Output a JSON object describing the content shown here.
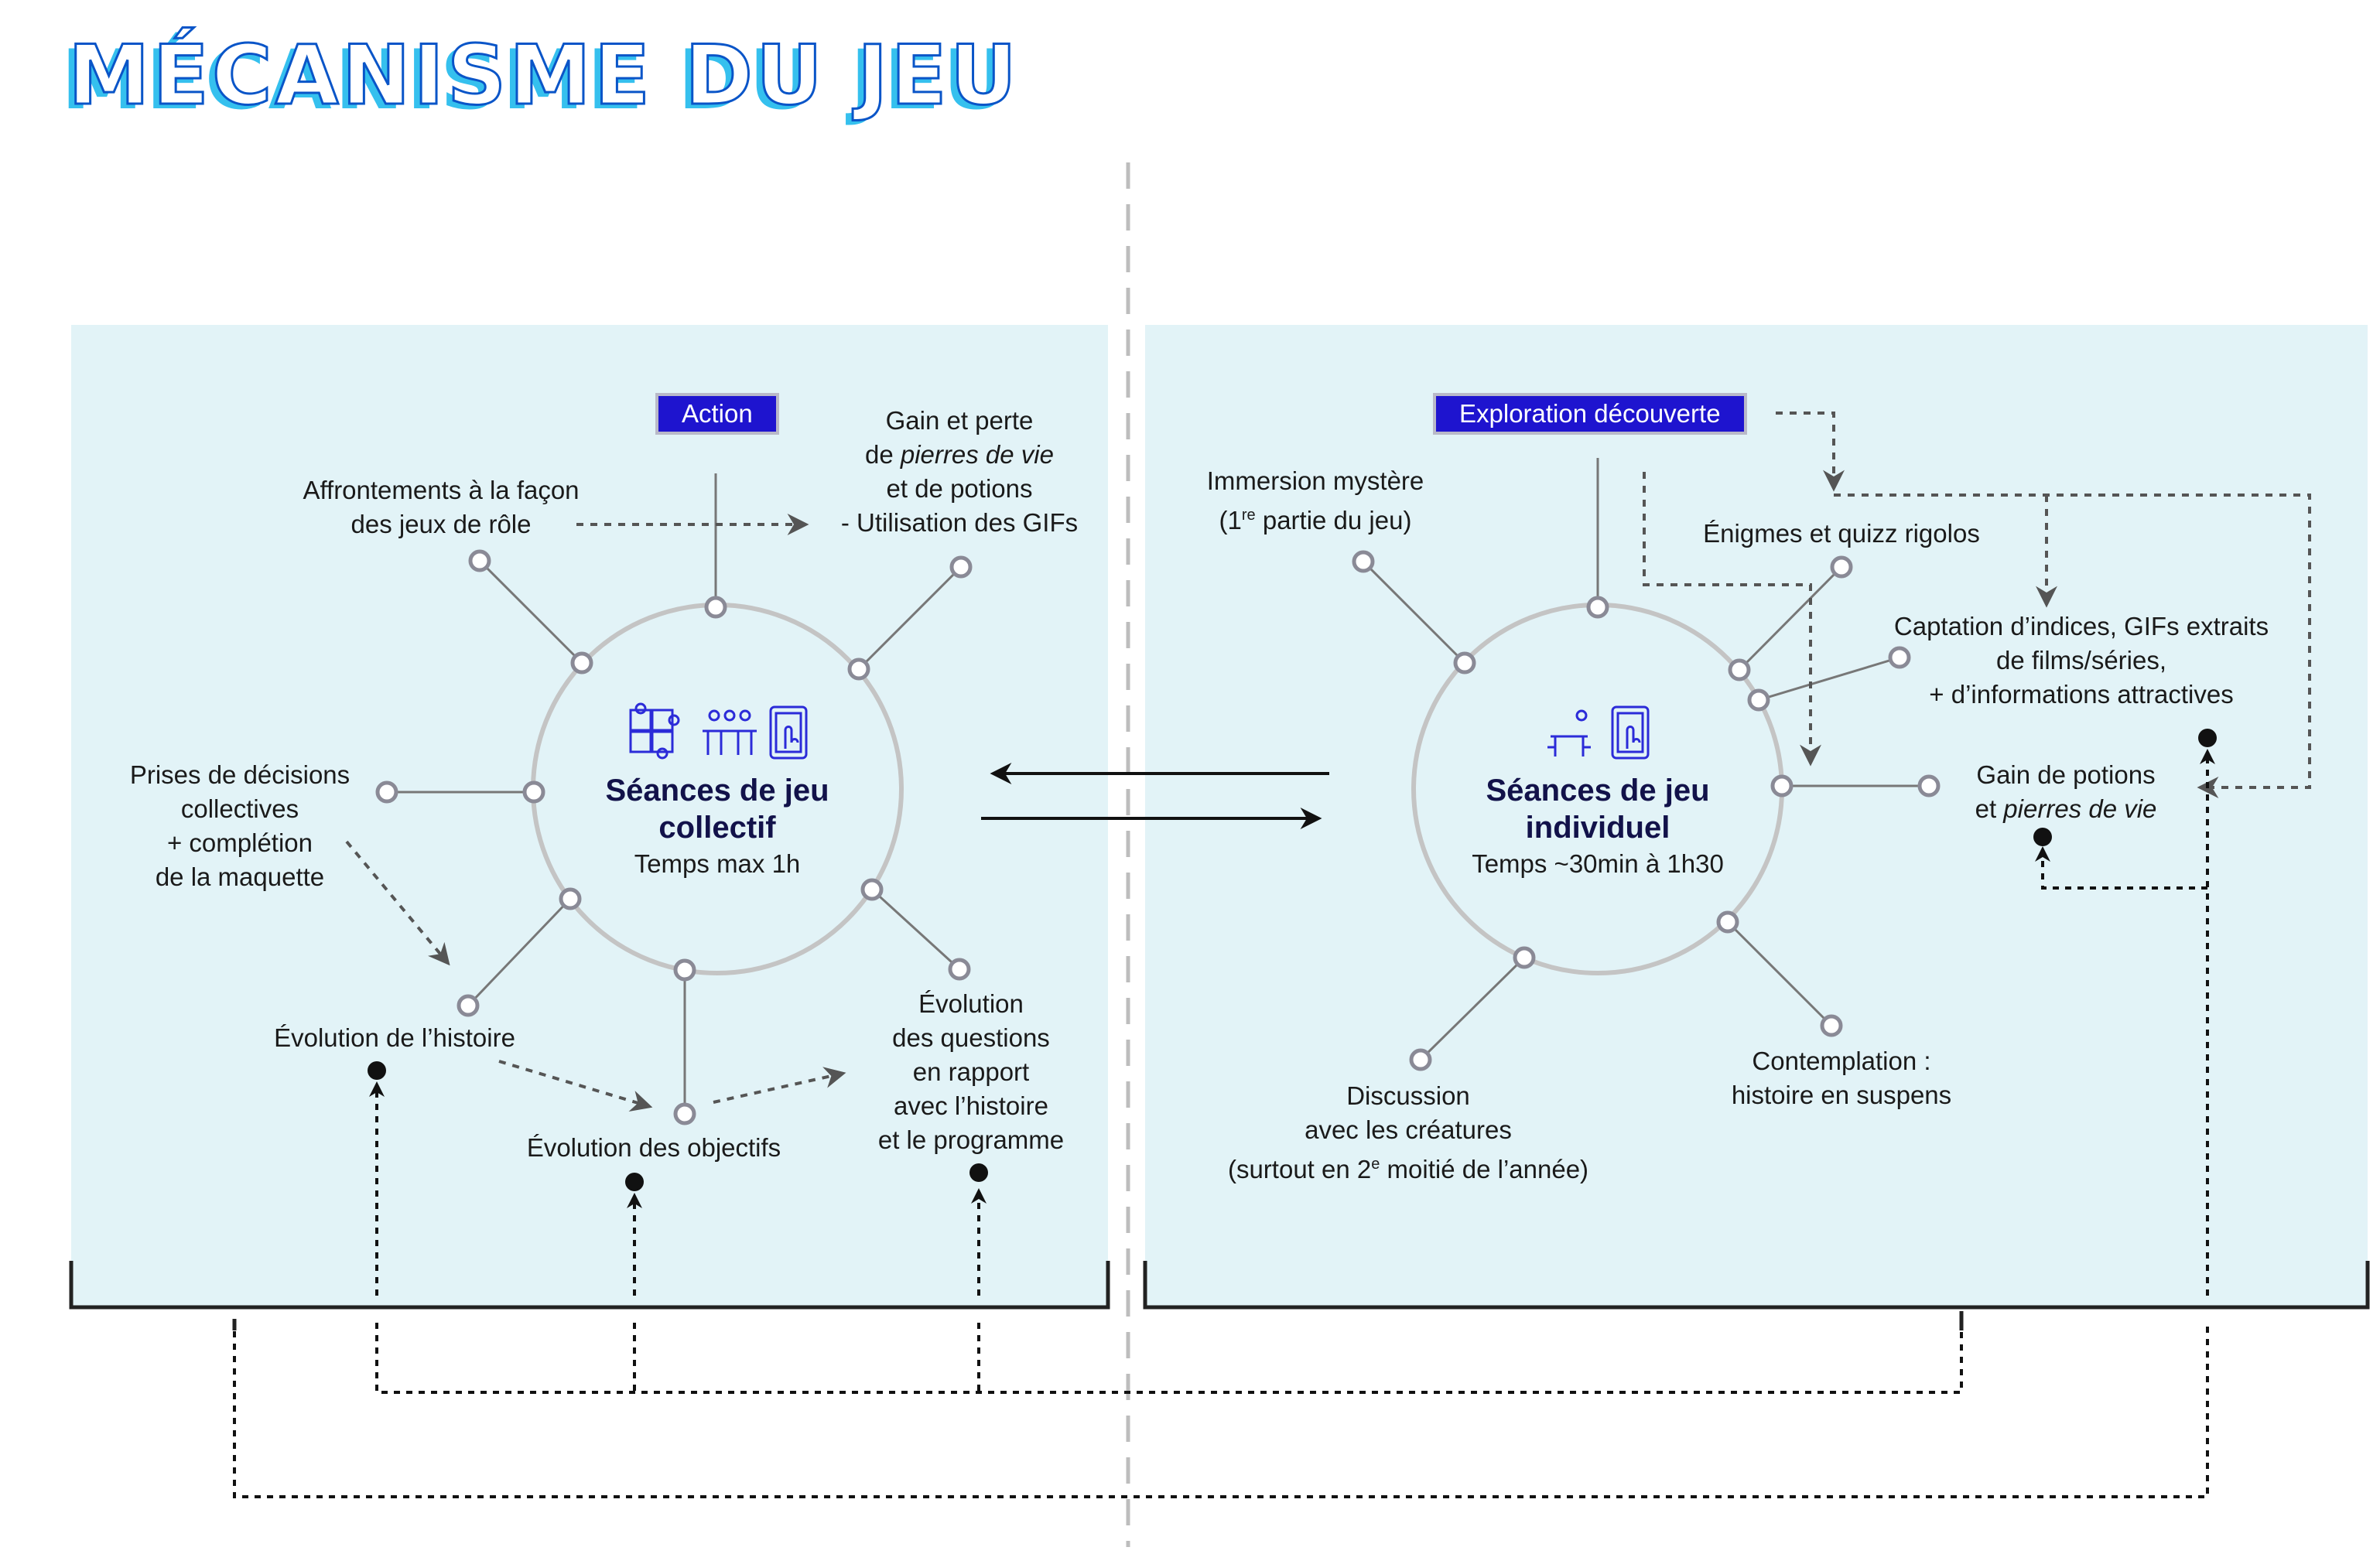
{
  "title": "MÉCANISME DU JEU",
  "collective": {
    "tag": "Action",
    "hub_title_1": "Séances de jeu",
    "hub_title_2": "collectif",
    "hub_subtitle": "Temps max 1h",
    "affrontements_1": "Affrontements à la façon",
    "affrontements_2": "des jeux de rôle",
    "gain_1": "Gain et perte",
    "gain_2_pre": "de ",
    "gain_2_em": "pierres de vie",
    "gain_3": "et de potions",
    "gain_4": "- Utilisation des GIFs",
    "decisions_1": "Prises de décisions",
    "decisions_2": "collectives",
    "decisions_3": "+ complétion",
    "decisions_4": "de la maquette",
    "evolution_histoire": "Évolution de l’histoire",
    "evolution_objectifs": "Évolution des objectifs",
    "evolution_questions_1": "Évolution",
    "evolution_questions_2": "des questions",
    "evolution_questions_3": "en rapport",
    "evolution_questions_4": "avec l’histoire",
    "evolution_questions_5": "et le programme"
  },
  "individual": {
    "tag": "Exploration découverte",
    "hub_title_1": "Séances de jeu",
    "hub_title_2": "individuel",
    "hub_subtitle": "Temps ~30min à 1h30",
    "immersion_1": "Immersion mystère",
    "immersion_2_a": "(1",
    "immersion_2_sup": "re",
    "immersion_2_b": " partie du jeu)",
    "enigmes": "Énigmes et quizz rigolos",
    "captation_1": "Captation d’indices, GIFs extraits",
    "captation_2": "de films/séries,",
    "captation_3": "+ d’informations attractives",
    "potions_1": "Gain de potions",
    "potions_2_pre": "et ",
    "potions_2_em": "pierres de vie",
    "contemplation_1": "Contemplation :",
    "contemplation_2": "histoire en suspens",
    "discussion_1": "Discussion",
    "discussion_2": "avec les créatures",
    "discussion_3_a": "(surtout en 2",
    "discussion_3_sup": "e",
    "discussion_3_b": " moitié de l’année)"
  },
  "icons": [
    "puzzle-icon",
    "group-table-icon",
    "tablet-touch-icon",
    "single-table-icon"
  ],
  "colors": {
    "panel": "#e2f3f7",
    "tag": "#1e14cf",
    "hub_title": "#12124a",
    "icon": "#2b2bd8",
    "title_stroke": "#0a55c8",
    "title_shadow": "#35c0ee"
  }
}
